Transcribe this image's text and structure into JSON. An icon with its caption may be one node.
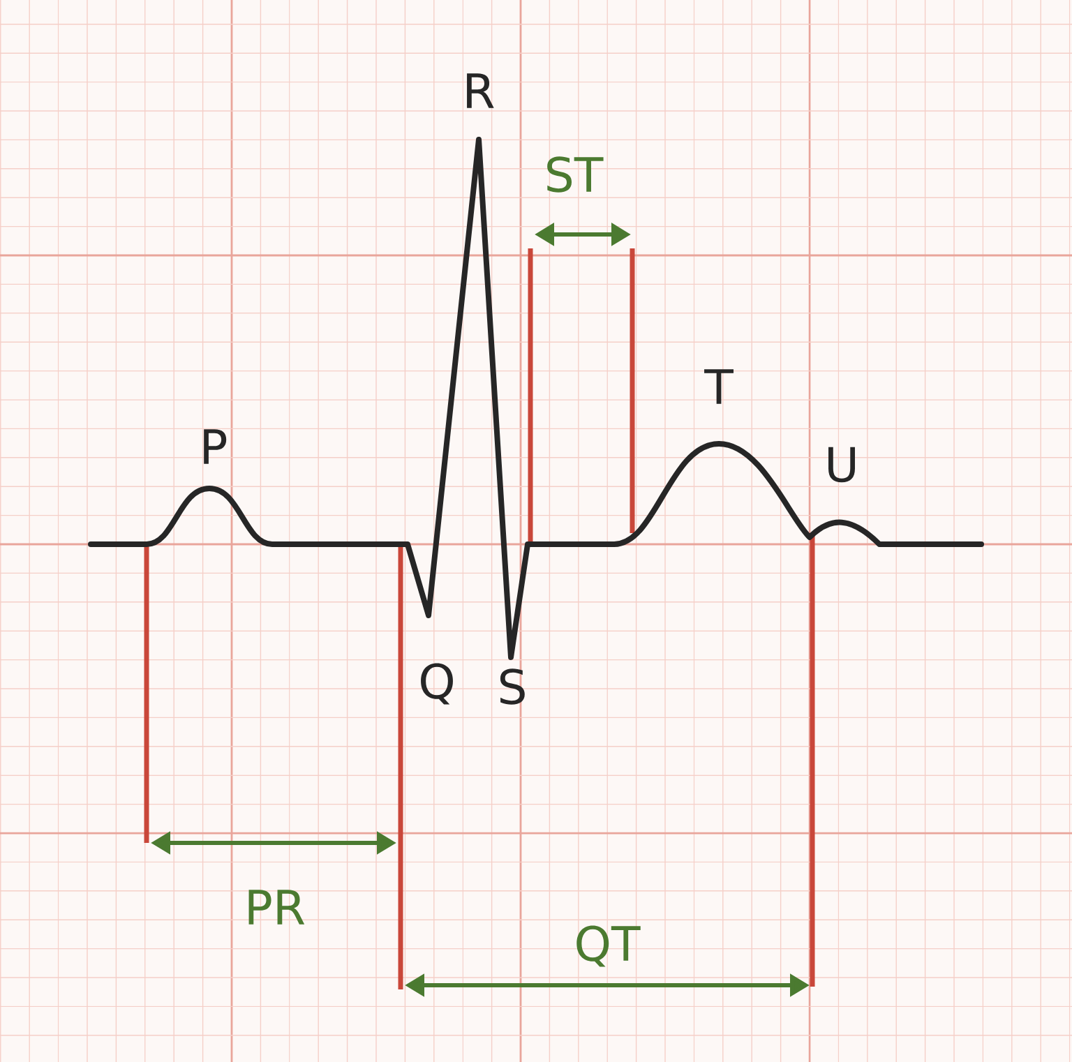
{
  "diagram": {
    "labels": [
      "R",
      "ST",
      "P",
      "T",
      "U",
      "Q",
      "S",
      "PR",
      "QT"
    ]
  }
}
